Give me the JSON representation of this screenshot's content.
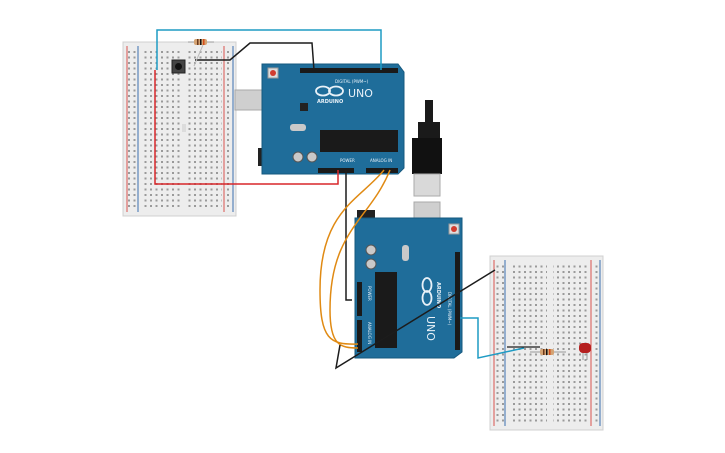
{
  "canvas": {
    "background": "#ffffff"
  },
  "colors": {
    "board_blue": "#1f6d9a",
    "board_edge": "#16597f",
    "breadboard": "#eeeeee",
    "rail_red": "#d9534f",
    "rail_blue": "#3a6fb0",
    "wire_red": "#d8262a",
    "wire_black": "#1c1c1c",
    "wire_cyan": "#1e9bc4",
    "wire_orange": "#e08a13",
    "led_red": "#b51f1f",
    "resistor": "#d4a373"
  },
  "boards": {
    "top": {
      "brand": "ARDUINO",
      "model": "UNO",
      "header_digital": "DIGITAL (PWM~)",
      "header_power": "POWER",
      "header_analog": "ANALOG IN"
    },
    "bottom": {
      "brand": "ARDUINO",
      "model": "UNO",
      "header_digital": "DIGITAL (PWM~)",
      "header_power": "POWER",
      "header_analog": "ANALOG IN"
    }
  },
  "components": {
    "breadboard_left": "breadboard",
    "breadboard_right": "breadboard",
    "pushbutton": "pushbutton",
    "resistor_top": "resistor",
    "resistor_bottom": "resistor",
    "led": "led",
    "usb_cable": "usb-cable"
  }
}
